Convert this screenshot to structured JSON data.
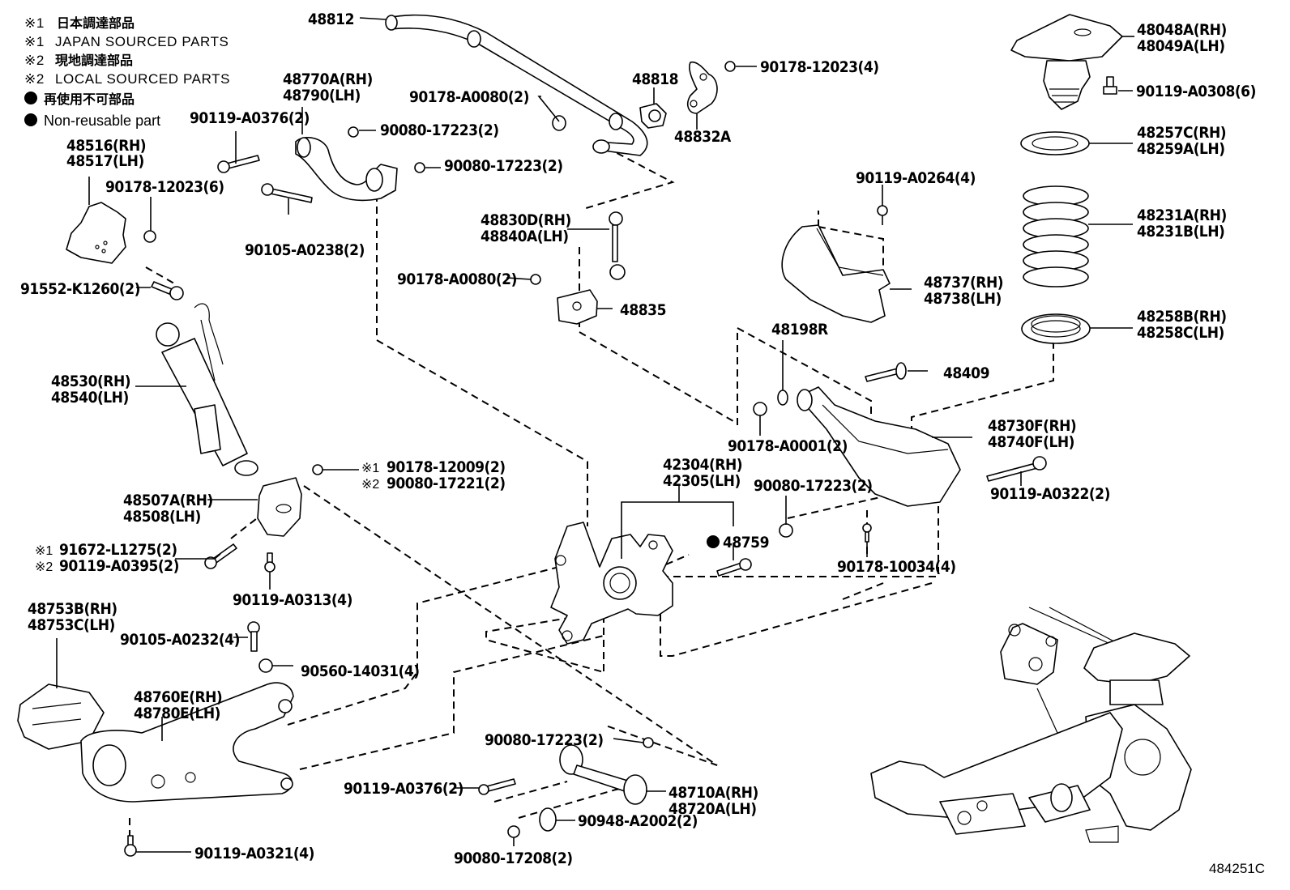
{
  "diagram": {
    "title": "Rear Suspension Parts Diagram",
    "reference_code": "484251C",
    "legend": [
      {
        "mark": "※1",
        "text": "日本調達部品"
      },
      {
        "mark": "※1",
        "text": "JAPAN SOURCED PARTS"
      },
      {
        "mark": "※2",
        "text": "現地調達部品"
      },
      {
        "mark": "※2",
        "text": "LOCAL SOURCED PARTS"
      },
      {
        "mark": "●",
        "text": "再使用不可部品"
      },
      {
        "mark": "●",
        "text": "Non-reusable part"
      }
    ],
    "parts": {
      "p48812": "48812",
      "p48770a_rh": "48770A(RH)",
      "p48790_lh": "48790(LH)",
      "p90119_a0376_top": "90119-A0376(2)",
      "p48516_rh": "48516(RH)",
      "p48517_lh": "48517(LH)",
      "p90178_12023_6": "90178-12023(6)",
      "p90080_17223_a": "90080-17223(2)",
      "p90080_17223_b": "90080-17223(2)",
      "p90105_a0238": "90105-A0238(2)",
      "p90178_a0080_top": "90178-A0080(2)",
      "p48818": "48818",
      "p48832a": "48832A",
      "p90178_12023_4": "90178-12023(4)",
      "p48048a_rh": "48048A(RH)",
      "p48049a_lh": "48049A(LH)",
      "p90119_a0308": "90119-A0308(6)",
      "p48257c_rh": "48257C(RH)",
      "p48259a_lh": "48259A(LH)",
      "p48231a_rh": "48231A(RH)",
      "p48231b_lh": "48231B(LH)",
      "p48258b_rh": "48258B(RH)",
      "p48258c_lh": "48258C(LH)",
      "p90119_a0264": "90119-A0264(4)",
      "p48737_rh": "48737(RH)",
      "p48738_lh": "48738(LH)",
      "p48830d_rh": "48830D(RH)",
      "p48840a_lh": "48840A(LH)",
      "p90178_a0080_mid": "90178-A0080(2)",
      "p48835": "48835",
      "p91552_k1260": "91552-K1260(2)",
      "p48530_rh": "48530(RH)",
      "p48540_lh": "48540(LH)",
      "p48198r": "48198R",
      "p48409": "48409",
      "p90178_a0001": "90178-A0001(2)",
      "p48730f_rh": "48730F(RH)",
      "p48740f_lh": "48740F(LH)",
      "p90080_17223_c": "90080-17223(2)",
      "p90119_a0322": "90119-A0322(2)",
      "p90178_10034": "90178-10034(4)",
      "p42304_rh": "42304(RH)",
      "p42305_lh": "42305(LH)",
      "p48759": "48759",
      "p90178_12009": "90178-12009(2)",
      "p90080_17221": "90080-17221(2)",
      "p48507a_rh": "48507A(RH)",
      "p48508_lh": "48508(LH)",
      "p91672_l1275": "91672-L1275(2)",
      "p90119_a0395": "90119-A0395(2)",
      "p90119_a0313": "90119-A0313(4)",
      "p48753b_rh": "48753B(RH)",
      "p48753c_lh": "48753C(LH)",
      "p90105_a0232": "90105-A0232(4)",
      "p90560_14031": "90560-14031(4)",
      "p48760e_rh": "48760E(RH)",
      "p48780e_lh": "48780E(LH)",
      "p90119_a0321": "90119-A0321(4)",
      "p90080_17223_d": "90080-17223(2)",
      "p90119_a0376_bot": "90119-A0376(2)",
      "p48710a_rh": "48710A(RH)",
      "p48720a_lh": "48720A(LH)",
      "p90948_a2002": "90948-A2002(2)",
      "p90080_17208": "90080-17208(2)"
    },
    "marks": {
      "japan": "※1",
      "local": "※2",
      "non_reusable": "●"
    }
  }
}
